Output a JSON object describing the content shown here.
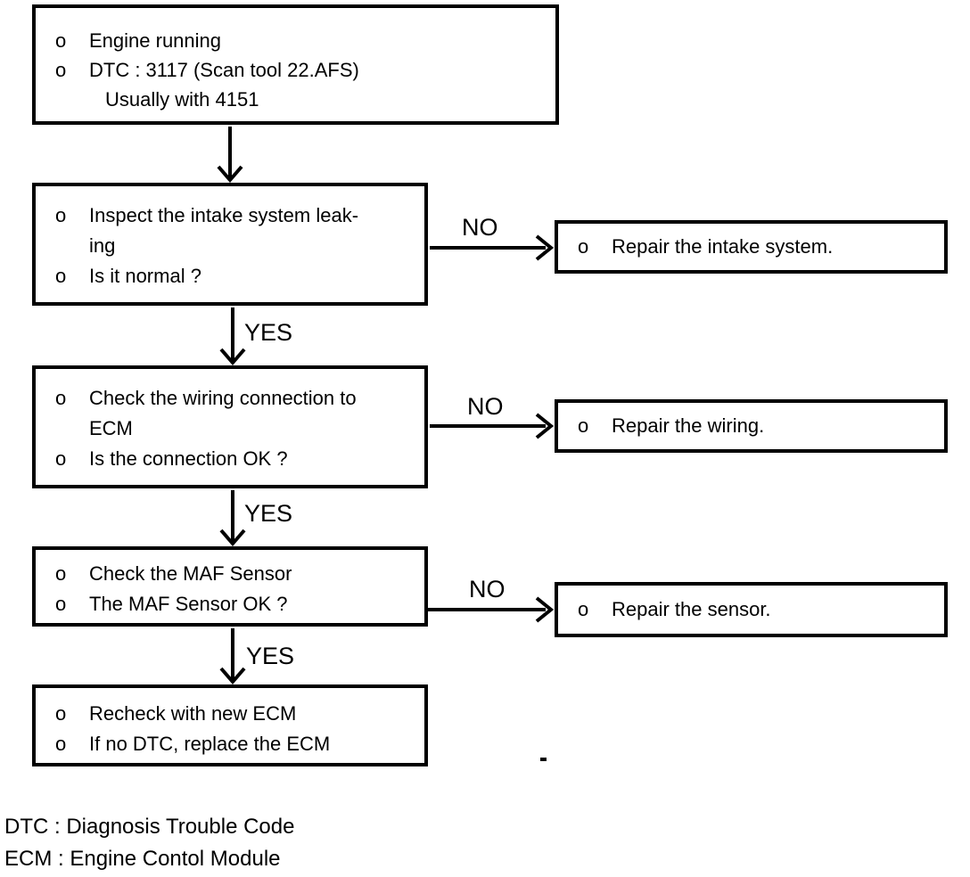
{
  "colors": {
    "ink": "#000000",
    "paper": "#ffffff"
  },
  "diagram": {
    "type": "flowchart",
    "nodes": {
      "start": {
        "lines": [
          {
            "bullet": "o",
            "text": "Engine running"
          },
          {
            "bullet": "o",
            "text": "DTC : 3117 (Scan tool 22.AFS)"
          },
          {
            "bullet": "",
            "text": "Usually with 4151"
          }
        ]
      },
      "step1": {
        "lines": [
          {
            "bullet": "o",
            "text": "Inspect the intake system leak-"
          },
          {
            "bullet": "",
            "text": "ing"
          },
          {
            "bullet": "o",
            "text": "Is it normal ?"
          }
        ]
      },
      "repair1": {
        "lines": [
          {
            "bullet": "o",
            "text": "Repair the intake system."
          }
        ]
      },
      "step2": {
        "lines": [
          {
            "bullet": "o",
            "text": "Check the wiring connection to"
          },
          {
            "bullet": "",
            "text": "ECM"
          },
          {
            "bullet": "o",
            "text": "Is the connection OK ?"
          }
        ]
      },
      "repair2": {
        "lines": [
          {
            "bullet": "o",
            "text": "Repair the wiring."
          }
        ]
      },
      "step3": {
        "lines": [
          {
            "bullet": "o",
            "text": "Check the MAF Sensor"
          },
          {
            "bullet": "o",
            "text": "The MAF Sensor OK ?"
          }
        ]
      },
      "repair3": {
        "lines": [
          {
            "bullet": "o",
            "text": "Repair the sensor."
          }
        ]
      },
      "final": {
        "lines": [
          {
            "bullet": "o",
            "text": "Recheck with new ECM"
          },
          {
            "bullet": "o",
            "text": "If no DTC, replace the ECM"
          }
        ]
      }
    },
    "edges": [
      {
        "from": "start",
        "to": "step1",
        "label": ""
      },
      {
        "from": "step1",
        "to": "repair1",
        "label": "NO"
      },
      {
        "from": "step1",
        "to": "step2",
        "label": "YES"
      },
      {
        "from": "step2",
        "to": "repair2",
        "label": "NO"
      },
      {
        "from": "step2",
        "to": "step3",
        "label": "YES"
      },
      {
        "from": "step3",
        "to": "repair3",
        "label": "NO"
      },
      {
        "from": "step3",
        "to": "final",
        "label": "YES"
      }
    ],
    "legend": [
      "DTC : Diagnosis Trouble Code",
      "ECM : Engine Contol Module"
    ]
  }
}
